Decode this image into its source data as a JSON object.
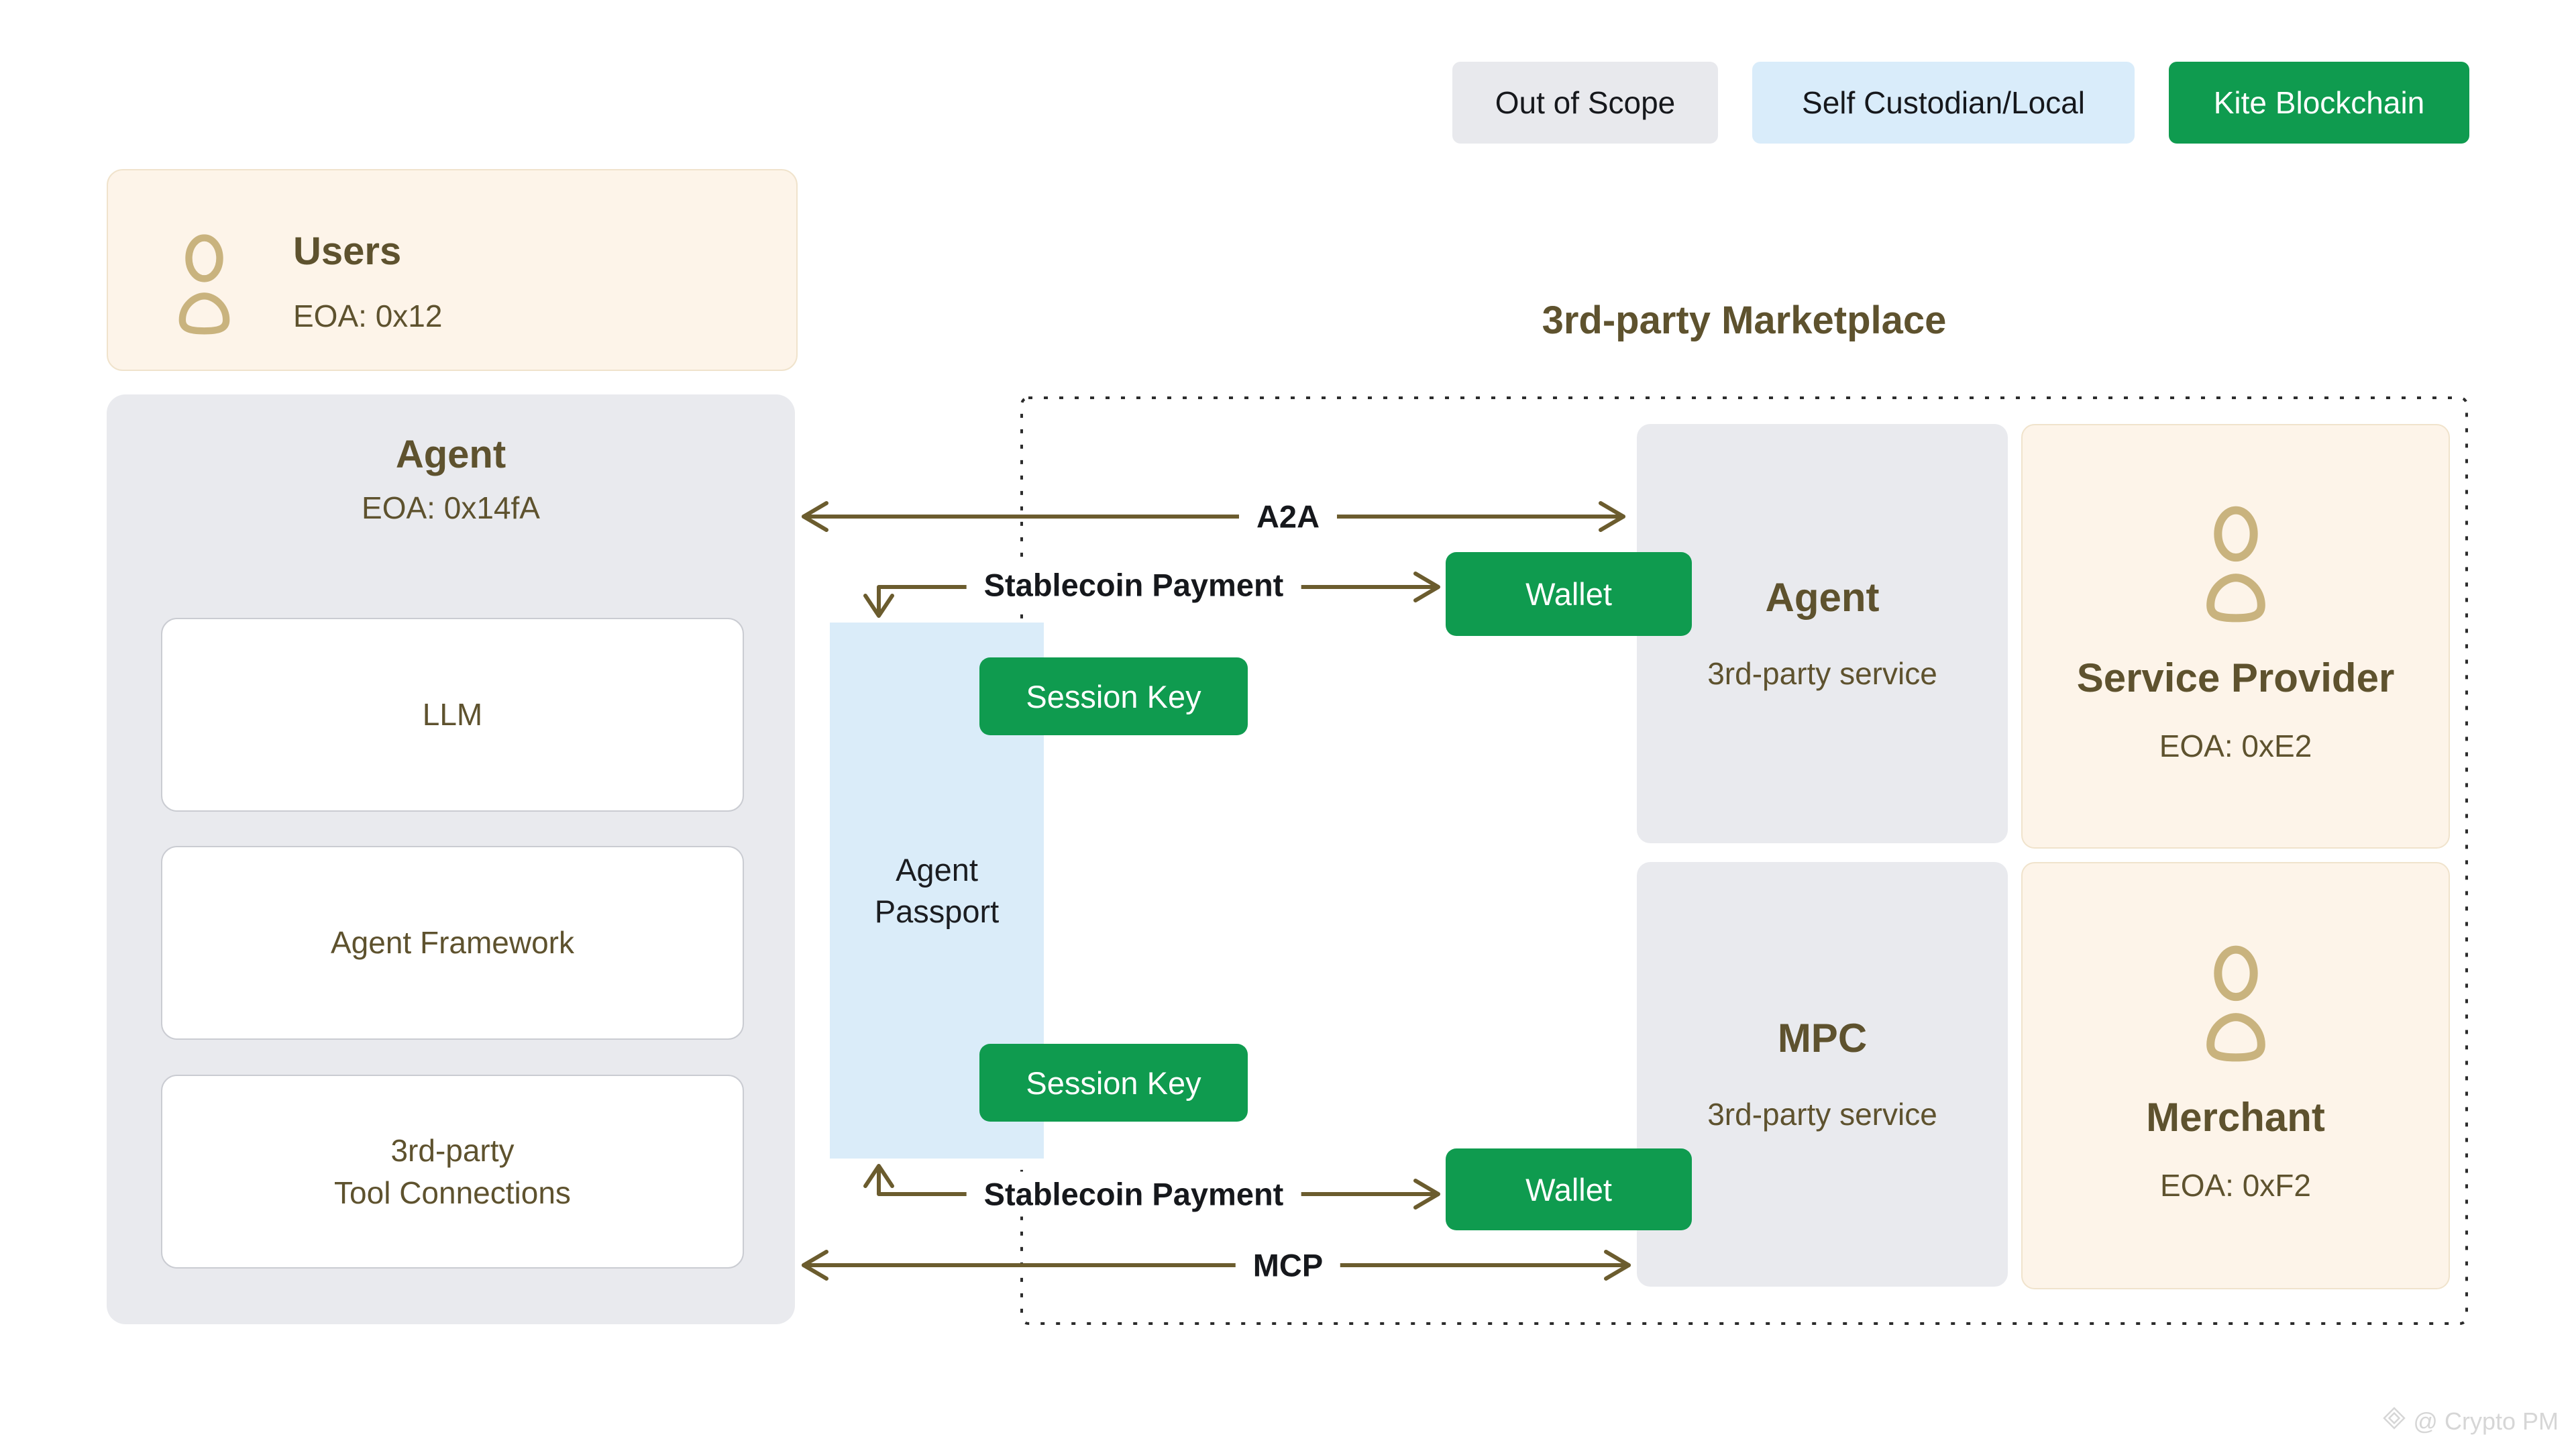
{
  "colors": {
    "kite_green": "#0f9b4f",
    "self_custodian_blue": "#d9ecfa",
    "out_of_scope_gray": "#e8e9ed",
    "cream_card": "#fdf4e9",
    "olive_text": "#5e522e",
    "tan_icon": "#c9b37e",
    "arrow_brown": "#6b5c2e"
  },
  "legend": {
    "items": [
      {
        "label": "Out of Scope"
      },
      {
        "label": "Self Custodian/Local"
      },
      {
        "label": "Kite Blockchain"
      }
    ]
  },
  "users_card": {
    "title": "Users",
    "eoa": "EOA: 0x12"
  },
  "agent_card": {
    "title": "Agent",
    "eoa": "EOA: 0x14fA",
    "components": [
      "LLM",
      "Agent Framework",
      "3rd-party\nTool Connections"
    ]
  },
  "passport": {
    "label": "Agent\nPassport"
  },
  "buttons": {
    "session_key": "Session Key",
    "wallet": "Wallet"
  },
  "connections": {
    "a2a": "A2A",
    "mcp": "MCP",
    "stablecoin": "Stablecoin Payment"
  },
  "marketplace": {
    "title": "3rd-party Marketplace",
    "agent_service": {
      "title": "Agent",
      "subtitle": "3rd-party service"
    },
    "service_provider": {
      "title": "Service Provider",
      "eoa": "EOA: 0xE2"
    },
    "mpc": {
      "title": "MPC",
      "subtitle": "3rd-party service"
    },
    "merchant": {
      "title": "Merchant",
      "eoa": "EOA: 0xF2"
    }
  },
  "watermark": {
    "text": "@ Crypto PM"
  }
}
